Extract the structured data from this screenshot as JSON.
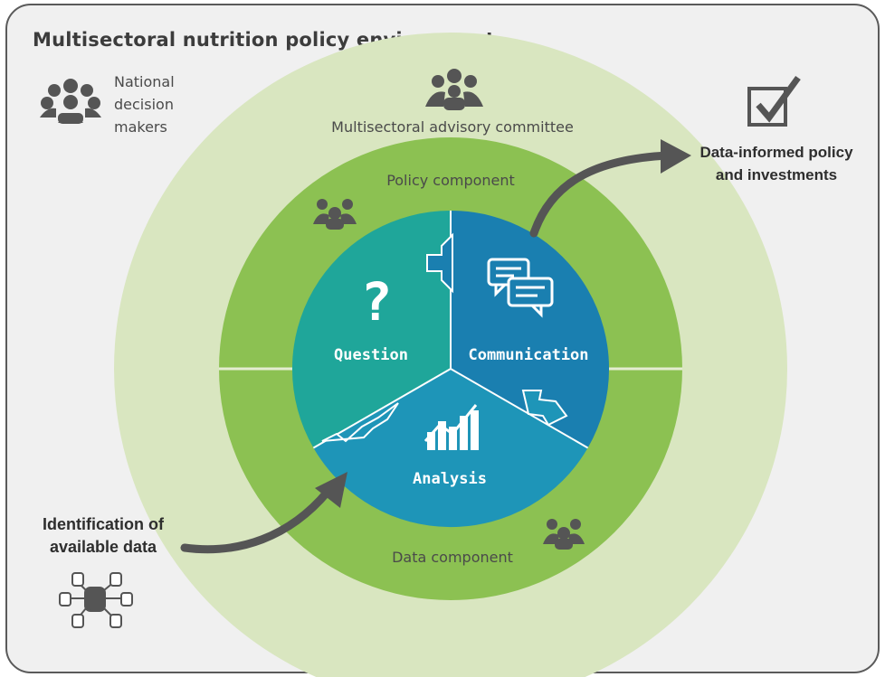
{
  "title": "Multisectoral nutrition policy environment",
  "decision_makers": {
    "line1": "National",
    "line2": "decision",
    "line3": "makers"
  },
  "rings": {
    "advisory": "Multisectoral advisory committee",
    "policy": "Policy component",
    "data": "Data component"
  },
  "core": {
    "question": "Question",
    "question_mark": "?",
    "communication": "Communication",
    "analysis": "Analysis"
  },
  "output": {
    "line1": "Data-informed policy",
    "line2": "and investments"
  },
  "input": {
    "line1": "Identification of",
    "line2": "available data"
  },
  "colors": {
    "background": "#f0f0f0",
    "outer_ring": "#d9e6c0",
    "middle_ring": "#8cc152",
    "question": "#1fa69a",
    "communication": "#1a7fb0",
    "analysis": "#1e95b8",
    "icon_gray": "#555555",
    "arrow_gray": "#555555"
  },
  "icons": [
    "people-group-icon",
    "checkbox-check-icon",
    "question-mark-icon",
    "chat-bubbles-icon",
    "bar-chart-icon",
    "database-network-icon",
    "curved-arrow-icon"
  ]
}
